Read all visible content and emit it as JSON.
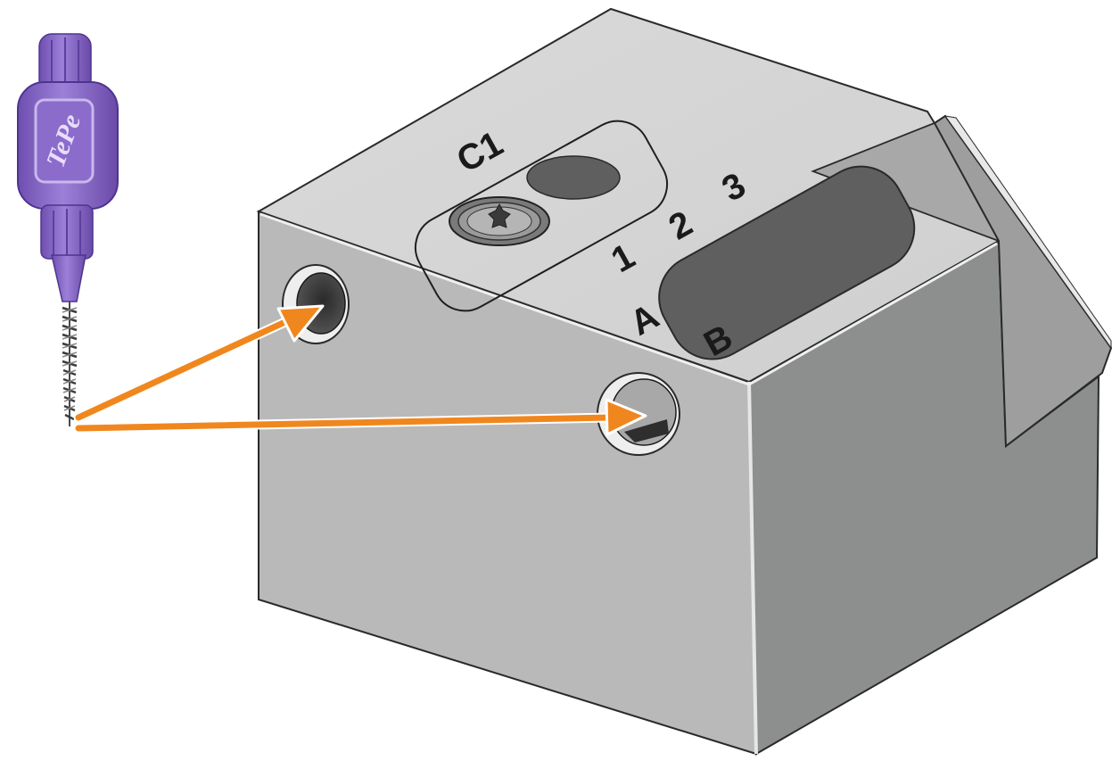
{
  "labels": {
    "c1": "C1",
    "a": "A",
    "b": "B",
    "n1": "1",
    "n2": "2",
    "n3": "3"
  },
  "brush_logo": "TePe",
  "icons": {
    "screw": "torx-screw-icon"
  },
  "colors": {
    "arrow": "#F0871E",
    "brush_handle": "#8A6BC7",
    "block_top": "#D4D4D4",
    "block_front": "#B9B9B9",
    "block_side": "#8D8F8E"
  }
}
